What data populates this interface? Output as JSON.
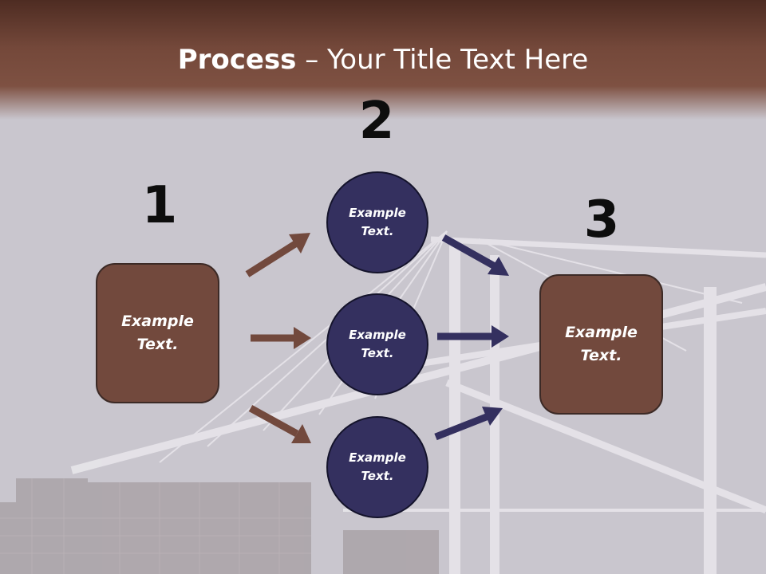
{
  "title": {
    "bold": "Process",
    "rest": " – Your Title Text Here"
  },
  "steps": [
    {
      "number": "1",
      "label_line1": "Example",
      "label_line2": "Text."
    },
    {
      "number": "2"
    },
    {
      "number": "3",
      "label_line1": "Example",
      "label_line2": "Text."
    }
  ],
  "circles": [
    {
      "label_line1": "Example",
      "label_line2": "Text."
    },
    {
      "label_line1": "Example",
      "label_line2": "Text."
    },
    {
      "label_line1": "Example",
      "label_line2": "Text."
    }
  ],
  "colors": {
    "header": "#7e5142",
    "box_fill": "#72493d",
    "circle_fill": "#34305f",
    "arrow_brown": "#72493d",
    "arrow_navy": "#34305f"
  }
}
